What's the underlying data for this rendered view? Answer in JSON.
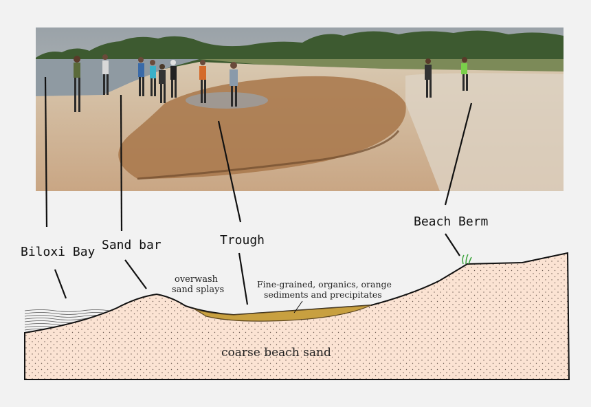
{
  "labels": {
    "biloxi_bay": "Biloxi Bay",
    "sand_bar": "Sand bar",
    "trough": "Trough",
    "beach_berm": "Beach Berm",
    "overwash_line1": "overwash",
    "overwash_line2": "sand splays",
    "fine_line1": "Fine-grained, organics, orange",
    "fine_line2": "sediments and precipitates",
    "coarse_sand": "coarse beach sand"
  },
  "colors": {
    "background": "#f2f2f2",
    "sand_fill": "#fbe3d3",
    "sand_dots": "#6b5a50",
    "trough_sediment": "#c8a040",
    "water_lines": "#555555",
    "grass": "#3aa33a",
    "outline": "#111111"
  }
}
